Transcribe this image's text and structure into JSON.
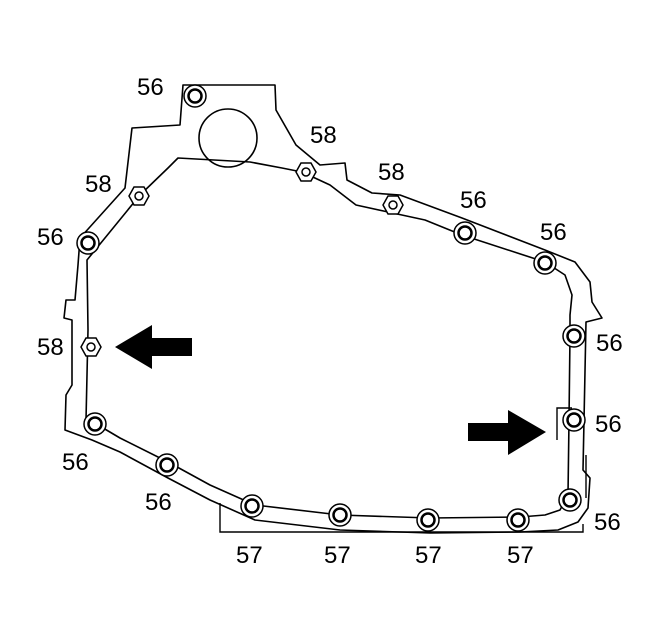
{
  "callouts": [
    {
      "id": "c1",
      "text": "56"
    },
    {
      "id": "c2",
      "text": "58"
    },
    {
      "id": "c3",
      "text": "58"
    },
    {
      "id": "c4",
      "text": "58"
    },
    {
      "id": "c5",
      "text": "56"
    },
    {
      "id": "c6",
      "text": "56"
    },
    {
      "id": "c7",
      "text": "56"
    },
    {
      "id": "c8",
      "text": "56"
    },
    {
      "id": "c9",
      "text": "58"
    },
    {
      "id": "c10",
      "text": "56"
    },
    {
      "id": "c11",
      "text": "56"
    },
    {
      "id": "c12",
      "text": "56"
    },
    {
      "id": "c13",
      "text": "56"
    },
    {
      "id": "c14",
      "text": "57"
    },
    {
      "id": "c15",
      "text": "57"
    },
    {
      "id": "c16",
      "text": "57"
    },
    {
      "id": "c17",
      "text": "57"
    }
  ],
  "colors": {
    "line": "#000000",
    "background": "#ffffff"
  },
  "arrows": [
    "left-pointing-arrow",
    "right-pointing-arrow"
  ]
}
